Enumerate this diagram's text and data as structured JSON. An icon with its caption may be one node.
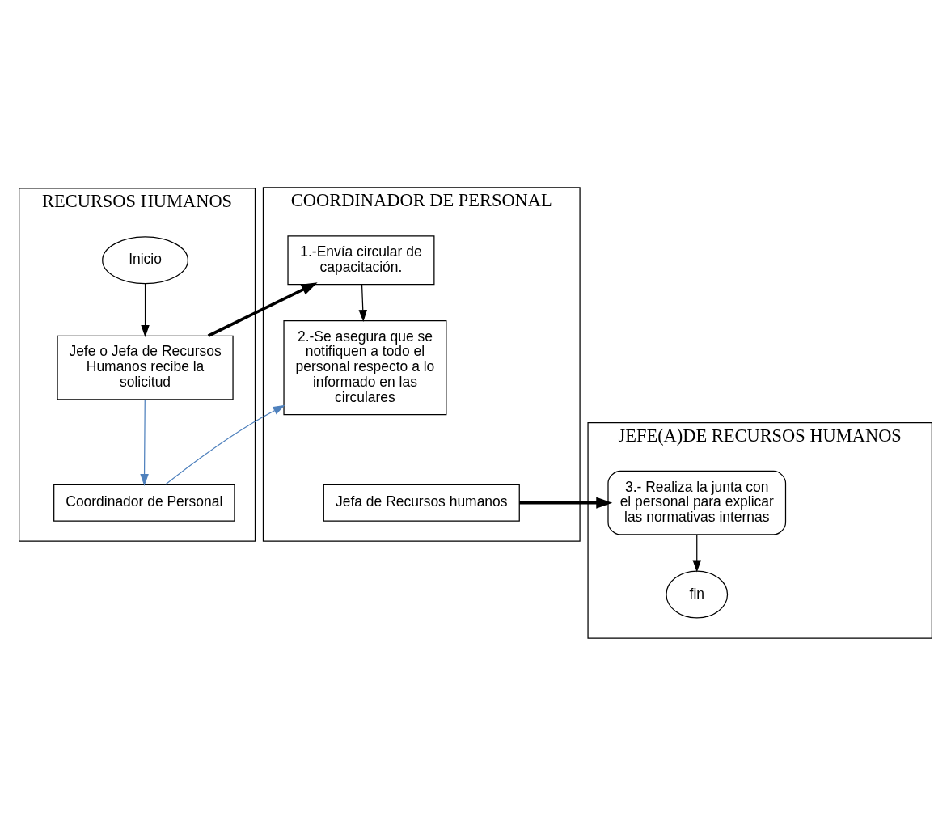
{
  "diagram": {
    "nodes": [
      {
        "text": [
          "RECURSOS HUMANOS"
        ]
      },
      {
        "text": [
          "COORDINADOR DE PERSONAL"
        ]
      },
      {
        "text": [
          "JEFE(A)DE RECURSOS HUMANOS"
        ]
      },
      {
        "text": [
          "Inicio"
        ],
        "in": 0
      },
      {
        "text": [
          "Jefe o Jefa de Recursos Humanos recibe la solicitud"
        ],
        "in": 0
      },
      {
        "text": [
          "Coordinador de Personal"
        ],
        "in": 0
      },
      {
        "text": [
          "1.-Envía circular de capacitación."
        ],
        "in": 1
      },
      {
        "text": [
          "2.-Se asegura que se notifiquen a todo el personal respecto a lo informado en las circulares"
        ],
        "in": 1
      },
      {
        "text": [
          "Jefa de Recursos humanos"
        ],
        "in": 1
      },
      {
        "text": [
          "3.- Realiza la junta con el personal para explicar las normativas internas"
        ],
        "in": 2
      },
      {
        "text": [
          "fin"
        ],
        "in": 2
      }
    ],
    "edges": [
      {
        "from": 3,
        "to": 4,
        "arrow": "to"
      },
      {
        "from": 4,
        "to": 5,
        "arrow": "to",
        "color": "#4f81bd"
      },
      {
        "from": 4,
        "to": 6,
        "arrow": "to",
        "style": "thick"
      },
      {
        "from": 6,
        "to": 7,
        "arrow": "to"
      },
      {
        "from": 5,
        "to": 7,
        "arrow": "to",
        "color": "#4f81bd"
      },
      {
        "from": 8,
        "to": 9,
        "arrow": "to",
        "style": "thick"
      },
      {
        "from": 9,
        "to": 10,
        "arrow": "to"
      }
    ]
  }
}
